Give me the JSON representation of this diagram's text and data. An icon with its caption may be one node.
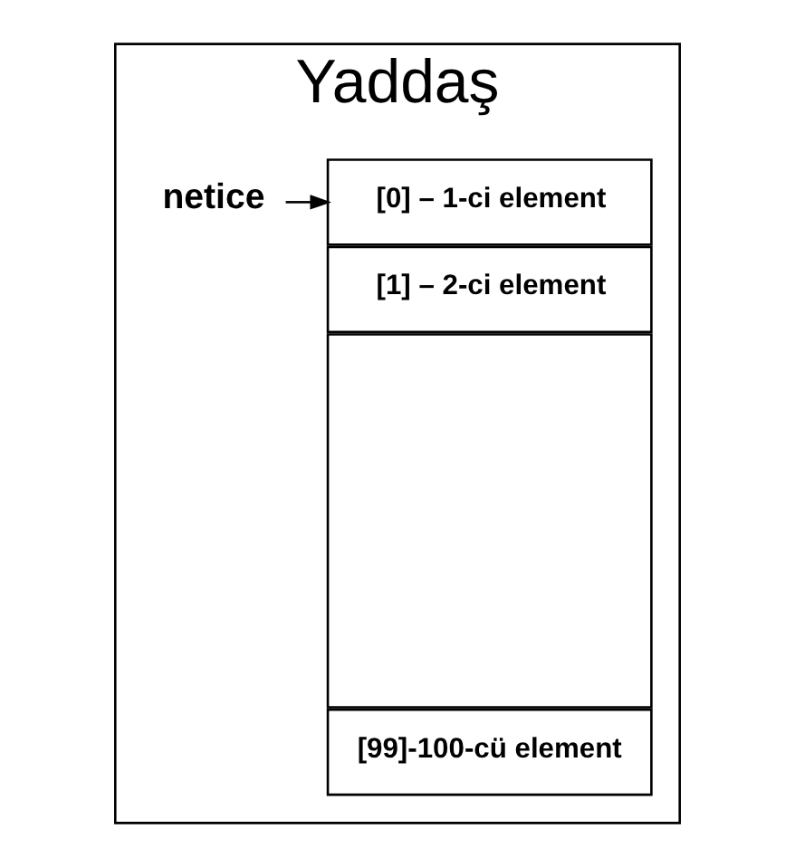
{
  "diagram": {
    "nodes": [
      {
        "text": [
          "Yaddaş"
        ]
      },
      {
        "text": [
          "netice"
        ],
        "in": 0
      },
      {
        "text": [
          "[0] – 1-ci element"
        ],
        "in": 0
      },
      {
        "text": [
          "[1] – 2-ci element"
        ],
        "in": 0
      },
      {
        "text": [],
        "shape": "box",
        "in": 0
      },
      {
        "text": [
          "[99]-100-cü element"
        ],
        "in": 0
      }
    ],
    "edges": [
      {
        "from": 1,
        "to": 2,
        "arrow": "to"
      }
    ]
  }
}
